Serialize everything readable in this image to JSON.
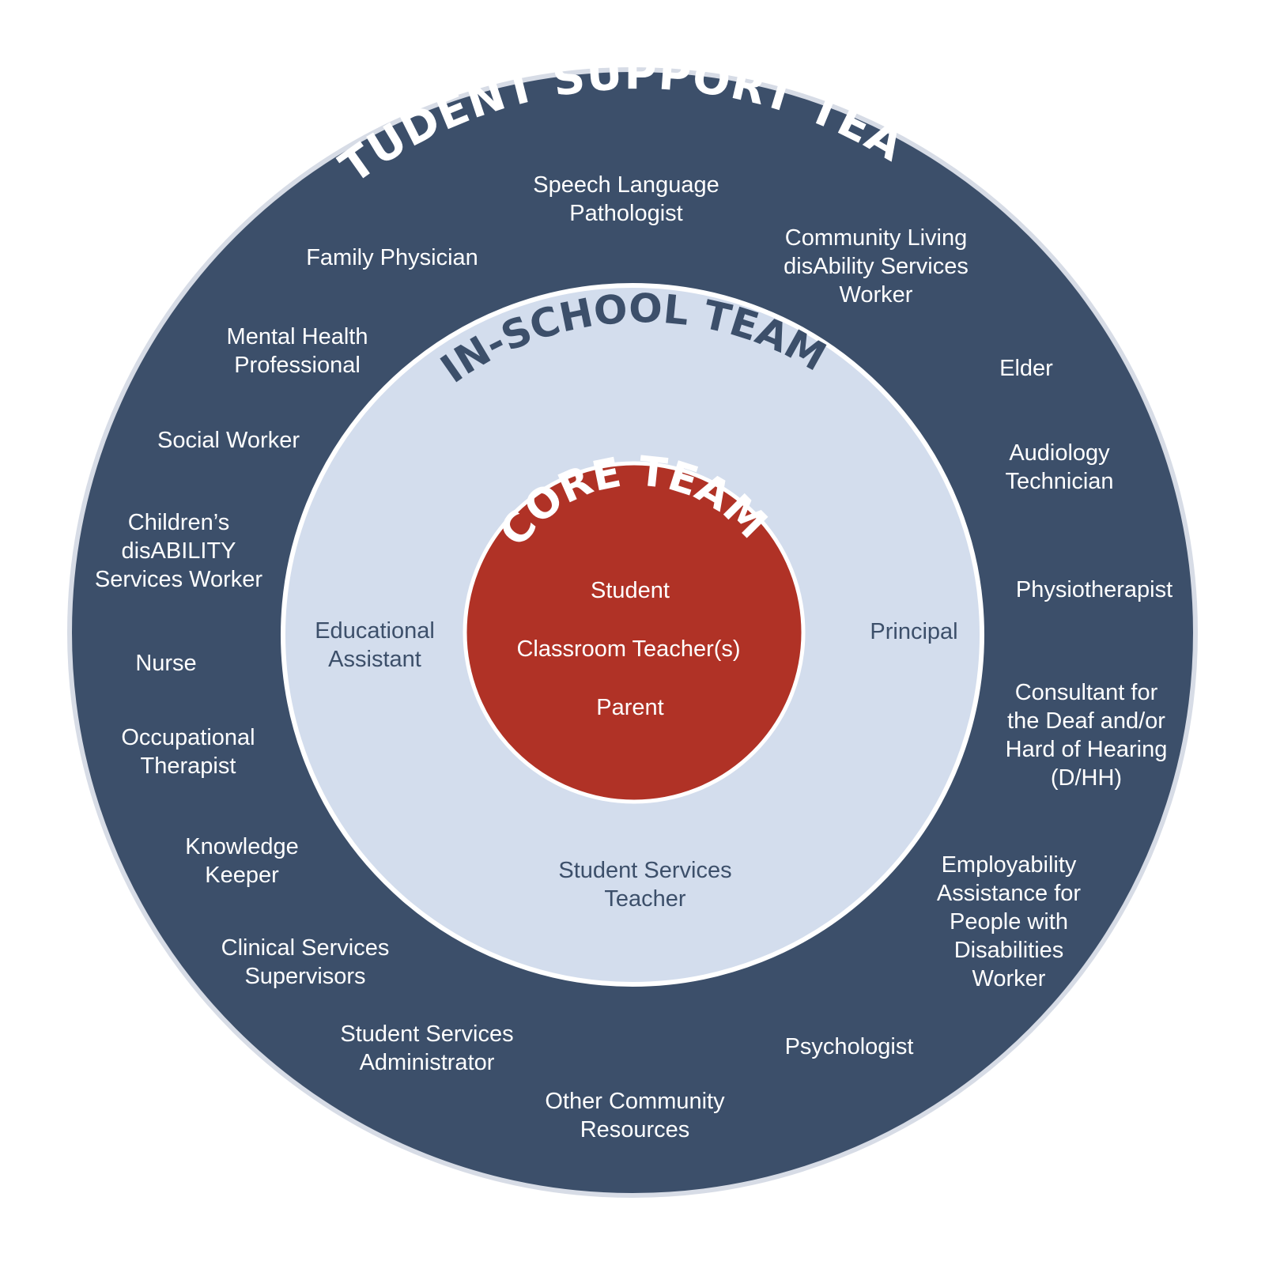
{
  "colors": {
    "outer_ring": "#3c4f6a",
    "outer_border": "#d7dce6",
    "middle_ring": "#d3dded",
    "middle_border": "#ffffff",
    "core": "#b03226",
    "core_border": "#ffffff",
    "outer_text": "#ffffff",
    "middle_text": "#3c4f6a",
    "core_text": "#ffffff"
  },
  "outer": {
    "title": "STUDENT SUPPORT TEAM",
    "labels": {
      "speech": [
        "Speech Language",
        "Pathologist"
      ],
      "family_physician": [
        "Family Physician"
      ],
      "community_living": [
        "Community Living",
        "disAbility Services",
        "Worker"
      ],
      "mental_health": [
        "Mental Health",
        "Professional"
      ],
      "elder": [
        "Elder"
      ],
      "social_worker": [
        "Social Worker"
      ],
      "audiology": [
        "Audiology",
        "Technician"
      ],
      "childrens_disability": [
        "Children’s",
        "disABILITY",
        "Services Worker"
      ],
      "physiotherapist": [
        "Physiotherapist"
      ],
      "nurse": [
        "Nurse"
      ],
      "consultant_dhh": [
        "Consultant for",
        "the Deaf and/or",
        "Hard of Hearing",
        "(D/HH)"
      ],
      "occupational": [
        "Occupational",
        "Therapist"
      ],
      "knowledge_keeper": [
        "Knowledge",
        "Keeper"
      ],
      "employability": [
        "Employability",
        "Assistance for",
        "People with",
        "Disabilities",
        "Worker"
      ],
      "clinical": [
        "Clinical Services",
        "Supervisors"
      ],
      "ss_admin": [
        "Student Services",
        "Administrator"
      ],
      "psychologist": [
        "Psychologist"
      ],
      "other_community": [
        "Other Community",
        "Resources"
      ]
    }
  },
  "middle": {
    "title": "IN-SCHOOL TEAM",
    "labels": {
      "educational_assistant": [
        "Educational",
        "Assistant"
      ],
      "principal": [
        "Principal"
      ],
      "ss_teacher": [
        "Student Services",
        "Teacher"
      ]
    }
  },
  "core": {
    "title": "CORE TEAM",
    "labels": {
      "student": [
        "Student"
      ],
      "classroom_teacher": [
        "Classroom Teacher(s)"
      ],
      "parent": [
        "Parent"
      ]
    }
  }
}
